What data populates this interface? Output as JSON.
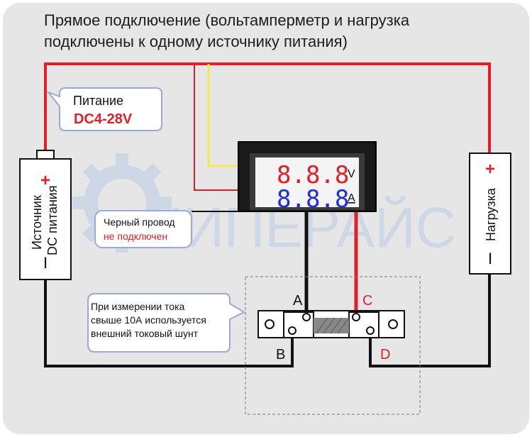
{
  "title": {
    "line1": "Прямое подключение (вольтамперметр и нагрузка",
    "line2": "подключены к одному источнику питания)"
  },
  "power_callout": {
    "label": "Питание",
    "value": "DC4-28V"
  },
  "source": {
    "line1": "Источник",
    "line2": "DC питания",
    "plus": "+",
    "minus": "I"
  },
  "load": {
    "label": "Нагрузка",
    "plus": "+",
    "minus": "I"
  },
  "meter": {
    "voltage_digits": "8.8.8",
    "current_digits": "8.8.8",
    "voltage_unit": "V",
    "current_unit": "A"
  },
  "black_wire_note": {
    "line1": "Черный провод",
    "line2": "не подключен"
  },
  "shunt_note": {
    "line1": "При измерении тока",
    "line2": "свыше 10А используется",
    "line3": "внешний токовый шунт"
  },
  "terminals": {
    "a": "A",
    "b": "B",
    "c": "C",
    "d": "D"
  },
  "watermark": {
    "text": "ЧИПЕРАЙС"
  },
  "colors": {
    "red_wire": "#e21f26",
    "black_wire": "#111111",
    "yellow_wire": "#f4e84a",
    "frame_bg": "#e6e6e6",
    "callout_border": "#9aa9d7",
    "voltage_led": "#e21f26",
    "current_led": "#1f2fd6",
    "watermark": "#cbd6e6"
  }
}
